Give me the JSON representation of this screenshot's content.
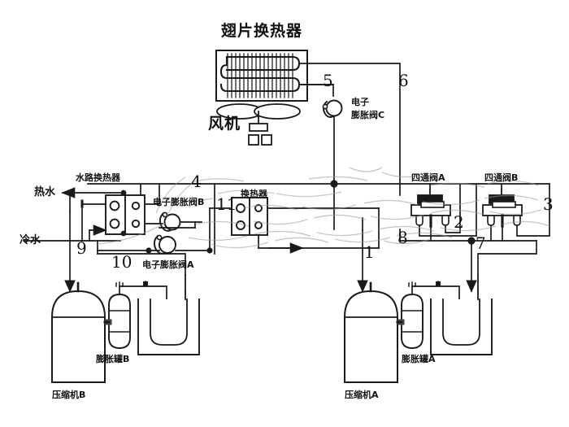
{
  "diagram": {
    "title_components": {
      "finned_heat_exchanger": "翅片换热器",
      "fan": "风机",
      "water_heat_exchanger": "水路换热器",
      "hot_water": "热水",
      "cold_water": "冷水",
      "heat_exchanger": "换热器",
      "expansion_valve_a": "电子膨胀阀A",
      "expansion_valve_b": "电子膨胀阀B",
      "expansion_valve_c_line1": "电子",
      "expansion_valve_c_line2": "膨胀阀C",
      "four_way_valve_a": "四通阀A",
      "four_way_valve_b": "四通阀B",
      "compressor_a": "压缩机A",
      "compressor_b": "压缩机B",
      "expansion_tank_a": "膨胀罐A",
      "expansion_tank_b": "膨胀罐B"
    },
    "callout_numbers": {
      "n1": "1",
      "n2": "2",
      "n3": "3",
      "n4": "4",
      "n5": "5",
      "n6": "6",
      "n7": "7",
      "n8": "8",
      "n9": "9",
      "n10": "10",
      "n11": "11"
    },
    "colors": {
      "line": "#1a1a1a",
      "fill": "#ffffff",
      "text": "#111111",
      "watermark": "#bfbfbf"
    }
  }
}
